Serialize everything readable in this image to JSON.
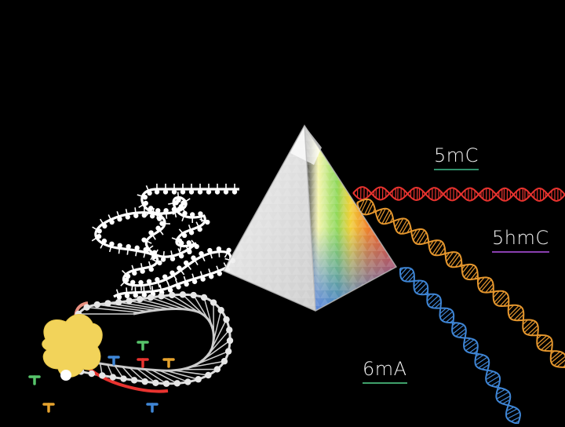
{
  "labels": {
    "five_mc": {
      "text": "5mC",
      "underline_color": "#2f8f6a"
    },
    "five_hmc": {
      "text": "5hmC",
      "underline_color": "#8a3fb0"
    },
    "six_ma": {
      "text": "6mA",
      "underline_color": "#3fa06a"
    }
  },
  "colors": {
    "background": "#000000",
    "strand_5mc": "#e8332f",
    "strand_5hmc": "#e5972e",
    "strand_6ma": "#3f86d6",
    "input_dna": "#ffffff",
    "enzyme": "#f2d35a"
  },
  "icons": [
    "prism-icon",
    "dna-helix-icon",
    "enzyme-blob-icon",
    "nucleotide-icon"
  ]
}
